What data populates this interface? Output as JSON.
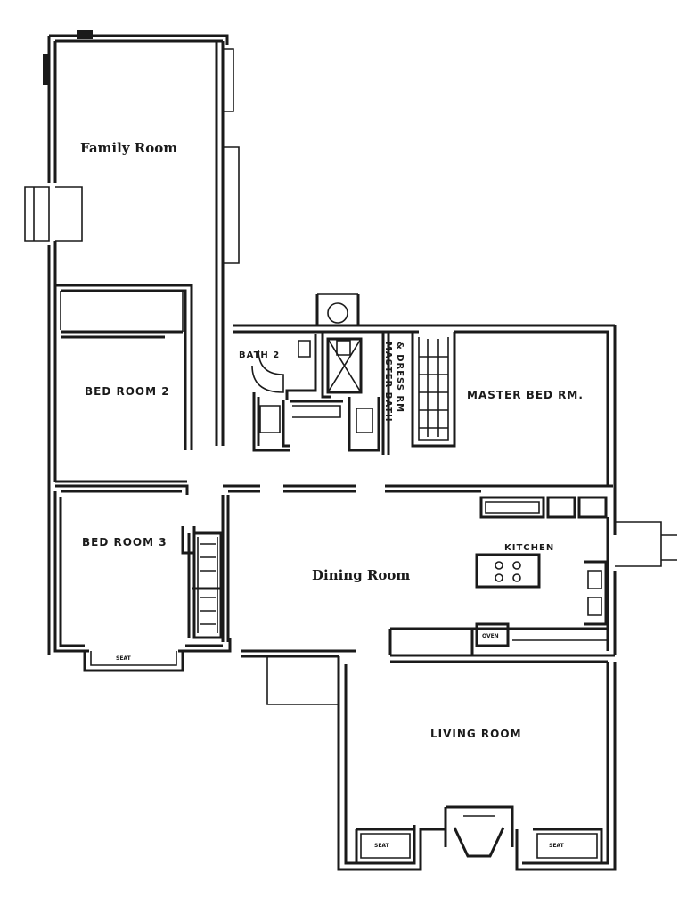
{
  "rooms": {
    "family_room": "Family Room",
    "bed_room_2": "BED ROOM 2",
    "bed_room_3": "BED ROOM 3",
    "bath_2": "BATH 2",
    "master_bath": "MASTER BATH",
    "dress_rm": "& DRESS RM",
    "master_bed": "MASTER BED RM.",
    "kitchen": "KITCHEN",
    "dining_room": "Dining Room",
    "living_room": "LIVING ROOM"
  },
  "fixtures": {
    "seat_bed3": "SEAT",
    "seat_left": "SEAT",
    "seat_right": "SEAT",
    "oven": "OVEN"
  }
}
